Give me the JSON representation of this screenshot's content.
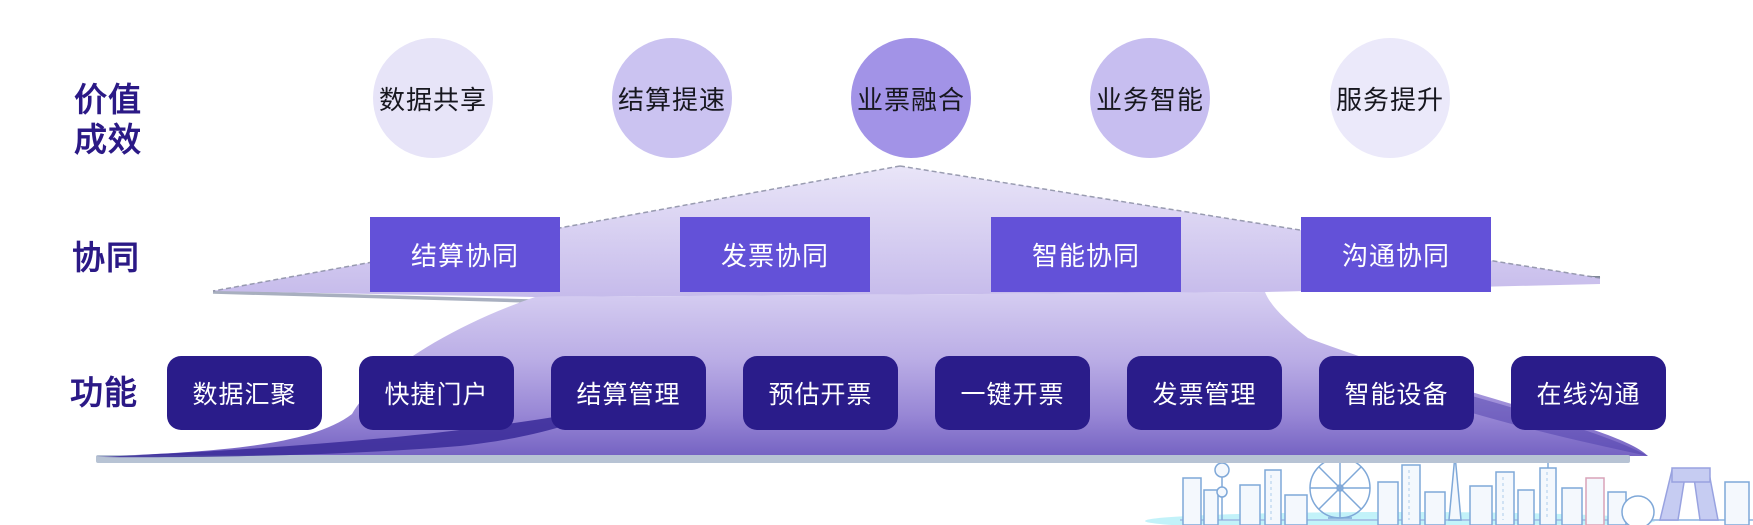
{
  "colors": {
    "row_label": "#2B1986",
    "collab_fill": "#6351D8",
    "collab_text": "#FFFFFF",
    "function_fill": "#2A1C8A",
    "function_text": "#FFFFFF",
    "circle_text": "#17171F",
    "mound_top": "#E4E0F6",
    "mound_bottom": "#7462C2",
    "base_bar": "#B7C3D4",
    "side_bar": "#7E8795",
    "skyline_blue": "#7FA8D8",
    "glow_cyan": "#7FE5F2"
  },
  "rows": {
    "value": {
      "label": "价值成效",
      "label_lines": [
        "价值",
        "成效"
      ],
      "items": [
        {
          "text": "数据共享",
          "fill": "#E7E4F8"
        },
        {
          "text": "结算提速",
          "fill": "#CBC3F1"
        },
        {
          "text": "业票融合",
          "fill": "#A293E7"
        },
        {
          "text": "业务智能",
          "fill": "#C7BEF0"
        },
        {
          "text": "服务提升",
          "fill": "#EBE9FA"
        }
      ]
    },
    "collaboration": {
      "label": "协同",
      "items": [
        {
          "text": "结算协同"
        },
        {
          "text": "发票协同"
        },
        {
          "text": "智能协同"
        },
        {
          "text": "沟通协同"
        }
      ]
    },
    "functions": {
      "label": "功能",
      "items": [
        {
          "text": "数据汇聚"
        },
        {
          "text": "快捷门户"
        },
        {
          "text": "结算管理"
        },
        {
          "text": "预估开票"
        },
        {
          "text": "一键开票"
        },
        {
          "text": "发票管理"
        },
        {
          "text": "智能设备"
        },
        {
          "text": "在线沟通"
        }
      ]
    }
  },
  "decor": {
    "mound": "purple-gradient-mountain",
    "skyline": "city-skyline-illustration"
  }
}
